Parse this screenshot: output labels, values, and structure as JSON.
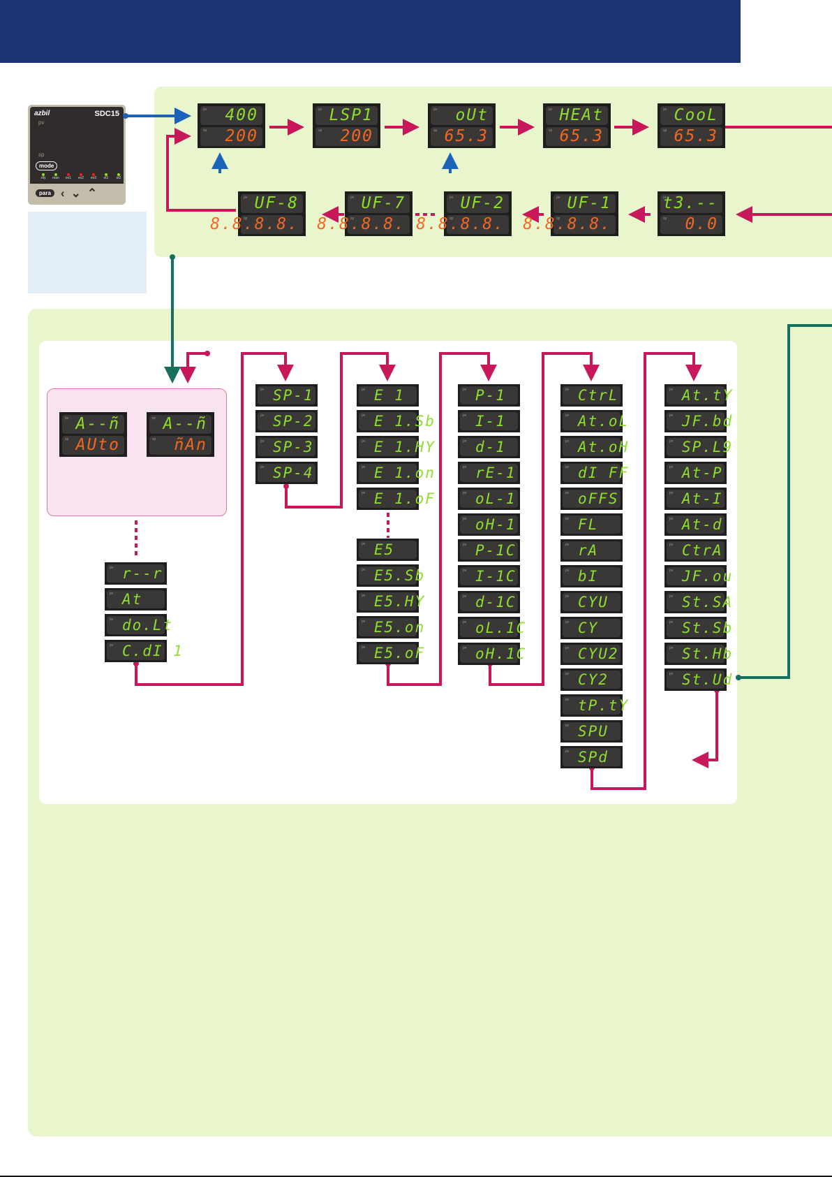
{
  "controller": {
    "brand": "azbil",
    "model": "SDC15",
    "pv_label": "pv",
    "sp_label": "sp",
    "mode_key": "mode",
    "para_key": "para",
    "leds": [
      {
        "label": "rdy",
        "color": "#8ede2e"
      },
      {
        "label": "man",
        "color": "#8ede2e"
      },
      {
        "label": "ev1",
        "color": "#e8262a"
      },
      {
        "label": "ev2",
        "color": "#e8262a"
      },
      {
        "label": "ev3",
        "color": "#e8262a"
      },
      {
        "label": "ot1",
        "color": "#8ede2e"
      },
      {
        "label": "ot2",
        "color": "#8ede2e"
      }
    ],
    "arrow_keys": [
      "‹",
      "⌄",
      "⌃"
    ]
  },
  "display_labels": {
    "pv": "pv",
    "sp": "sp"
  },
  "operation_row1": [
    {
      "pv": "400",
      "sp": "200"
    },
    {
      "pv": "LSP1",
      "sp": "200"
    },
    {
      "pv": "oUt",
      "sp": "65.3"
    },
    {
      "pv": "HEAt",
      "sp": "65.3"
    },
    {
      "pv": "CooL",
      "sp": "65.3"
    }
  ],
  "operation_row2": [
    {
      "pv": "UF-8",
      "sp": "8.8.8.8."
    },
    {
      "pv": "UF-7",
      "sp": "8.8.8.8."
    },
    {
      "pv": "UF-2",
      "sp": "8.8.8.8."
    },
    {
      "pv": "UF-1",
      "sp": "8.8.8.8."
    },
    {
      "pv": "t3.--",
      "sp": "0.0"
    }
  ],
  "mode_displays": [
    {
      "pv": "A--ñ",
      "sp": "AUto"
    },
    {
      "pv": "A--ñ",
      "sp": "ñAn"
    }
  ],
  "columns": {
    "mode": [
      "r--r",
      "At",
      "do.Lt",
      "C.dI 1"
    ],
    "sp": [
      "SP-1",
      "SP-2",
      "SP-3",
      "SP-4"
    ],
    "event": [
      "E 1",
      "E 1.Sb",
      "E 1.HY",
      "E 1.on",
      "E 1.oF",
      "E5",
      "E5.Sb",
      "E5.HY",
      "E5.on",
      "E5.oF"
    ],
    "pid": [
      "P-1",
      "I-1",
      "d-1",
      "rE-1",
      "oL-1",
      "oH-1",
      "P-1C",
      "I-1C",
      "d-1C",
      "oL.1C",
      "oH.1C"
    ],
    "control": [
      "CtrL",
      "At.oL",
      "At.oH",
      "dI FF",
      "oFFS",
      "FL",
      "rA",
      "bI",
      "CYU",
      "CY",
      "CYU2",
      "CY2",
      "tP.tY",
      "SPU",
      "SPd"
    ],
    "tuning": [
      "At.tY",
      "JF.bd",
      "SP.L9",
      "At-P",
      "At-I",
      "At-d",
      "CtrA",
      "JF.ou",
      "St.SA",
      "St.Sb",
      "St.Hb",
      "St.Ud"
    ]
  },
  "colors": {
    "header": "#1b3372",
    "panel_green": "#e9f5cc",
    "flow_magenta": "#c8175a",
    "flow_blue": "#1a63b8",
    "flow_teal": "#17705e",
    "pv_text": "#8ede2e",
    "sp_text": "#f26822"
  }
}
